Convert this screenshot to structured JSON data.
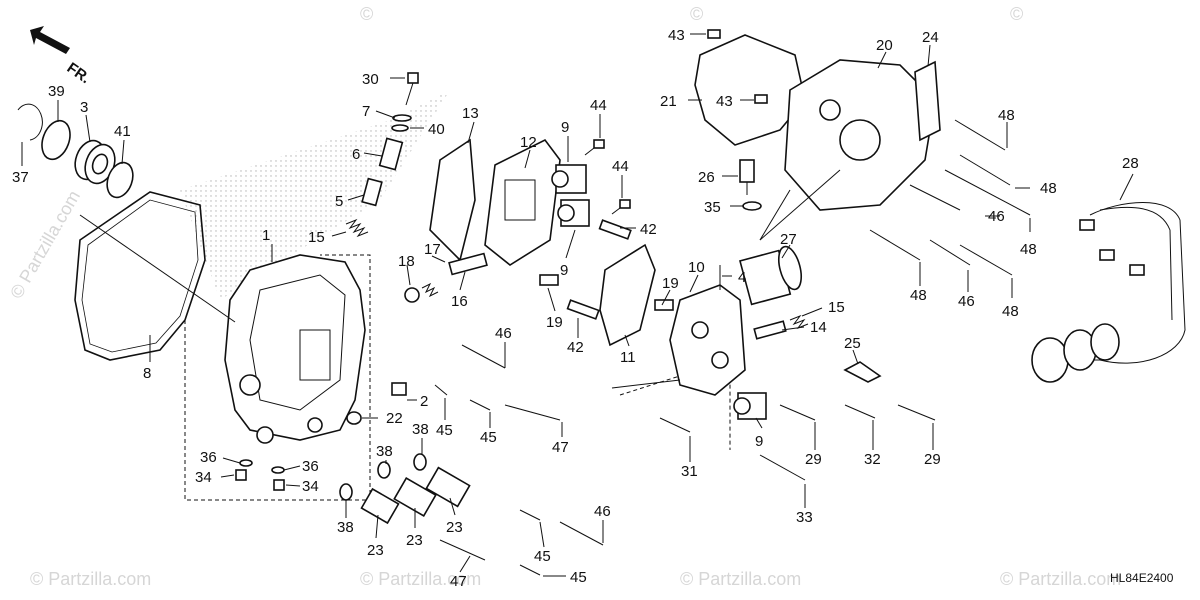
{
  "header": {
    "direction_label": "FR."
  },
  "watermark": {
    "brand": "© Partzilla.com",
    "short": "©"
  },
  "diagram_code": "HL84E2400",
  "callouts": {
    "c1": "1",
    "c2": "2",
    "c3": "3",
    "c4": "4",
    "c5": "5",
    "c6": "6",
    "c7": "7",
    "c8": "8",
    "c9a": "9",
    "c9b": "9",
    "c9c": "9",
    "c10": "10",
    "c11": "11",
    "c12": "12",
    "c13": "13",
    "c14": "14",
    "c15a": "15",
    "c15b": "15",
    "c16": "16",
    "c17": "17",
    "c18": "18",
    "c19a": "19",
    "c19b": "19",
    "c20": "20",
    "c21": "21",
    "c22": "22",
    "c23a": "23",
    "c23b": "23",
    "c23c": "23",
    "c24": "24",
    "c25": "25",
    "c26": "26",
    "c27": "27",
    "c28": "28",
    "c29a": "29",
    "c29b": "29",
    "c30": "30",
    "c31": "31",
    "c32": "32",
    "c33": "33",
    "c34a": "34",
    "c34b": "34",
    "c35": "35",
    "c36a": "36",
    "c36b": "36",
    "c37": "37",
    "c38a": "38",
    "c38b": "38",
    "c38c": "38",
    "c39": "39",
    "c40": "40",
    "c41": "41",
    "c42a": "42",
    "c42b": "42",
    "c43a": "43",
    "c43b": "43",
    "c44a": "44",
    "c44b": "44",
    "c45a": "45",
    "c45b": "45",
    "c45c": "45",
    "c45d": "45",
    "c46a": "46",
    "c46b": "46",
    "c46c": "46",
    "c47a": "47",
    "c47b": "47",
    "c48a": "48",
    "c48b": "48",
    "c48c": "48",
    "c48d": "48",
    "c48e": "48"
  }
}
